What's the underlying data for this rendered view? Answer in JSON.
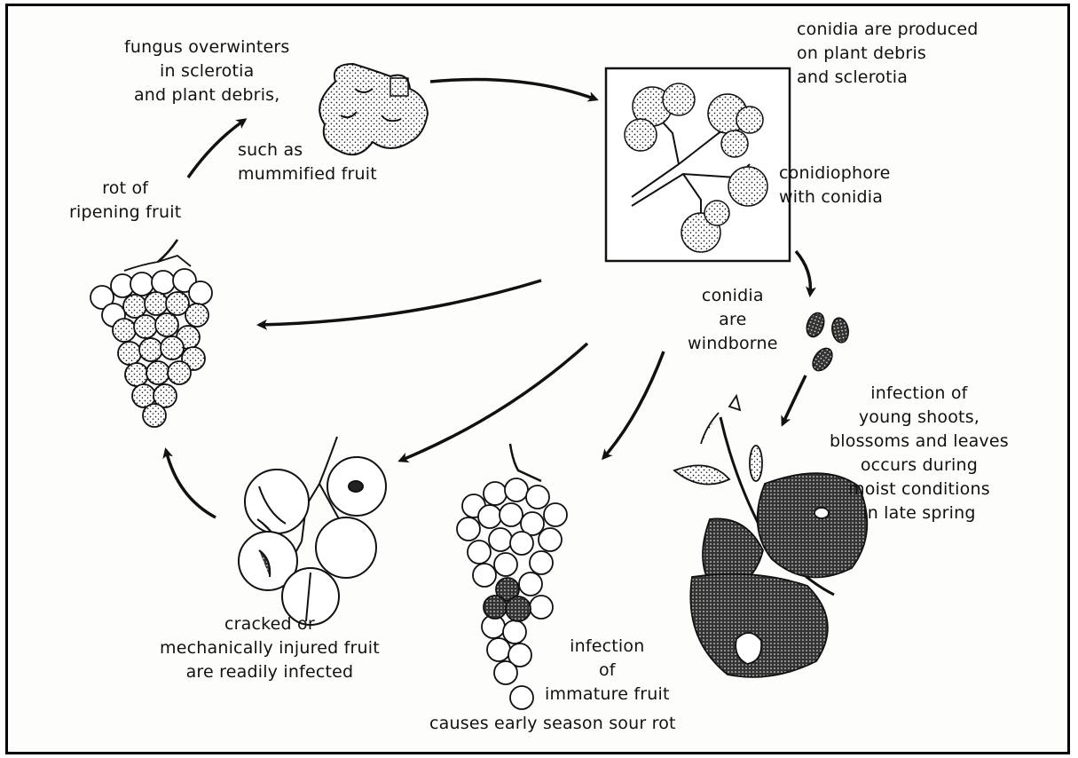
{
  "labels": {
    "overwinter": "fungus overwinters\nin sclerotia\nand plant debris,",
    "mummified": "such as\nmummified fruit",
    "conidia_produced": "conidia are produced\non plant debris\nand sclerotia",
    "conidiophore": "conidiophore\nwith conidia",
    "windborne": "conidia\nare\nwindborne",
    "rot_ripening": "rot of\nripening fruit",
    "infection_shoots": "infection of\nyoung shoots,\nblossoms and leaves\noccurs during\nmoist conditions\nin late spring",
    "cracked": "cracked or\nmechanically injured fruit\nare readily infected",
    "immature_infection": "infection\nof\nimmature fruit",
    "sour_rot": "causes early season sour rot"
  },
  "colors": {
    "ink": "#111111",
    "paper": "#fdfdfb"
  }
}
